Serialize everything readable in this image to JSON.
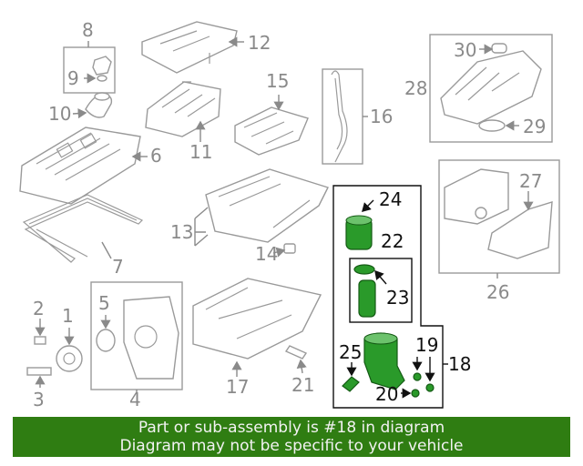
{
  "callouts": {
    "c1": "1",
    "c2": "2",
    "c3": "3",
    "c4": "4",
    "c5": "5",
    "c6": "6",
    "c7": "7",
    "c8": "8",
    "c9": "9",
    "c10": "10",
    "c11": "11",
    "c12": "12",
    "c13": "13",
    "c14": "14",
    "c15": "15",
    "c16": "16",
    "c17": "17",
    "c18": "18",
    "c19": "19",
    "c20": "20",
    "c21": "21",
    "c22": "22",
    "c23": "23",
    "c24": "24",
    "c25": "25",
    "c26": "26",
    "c27": "27",
    "c28": "28",
    "c29": "29",
    "c30": "30"
  },
  "highlight_color": "#2a9a2a",
  "banner": {
    "line1": "Part or sub-assembly is #18 in diagram",
    "line2": "Diagram may not be specific to your vehicle",
    "background": "#2f7d12"
  }
}
